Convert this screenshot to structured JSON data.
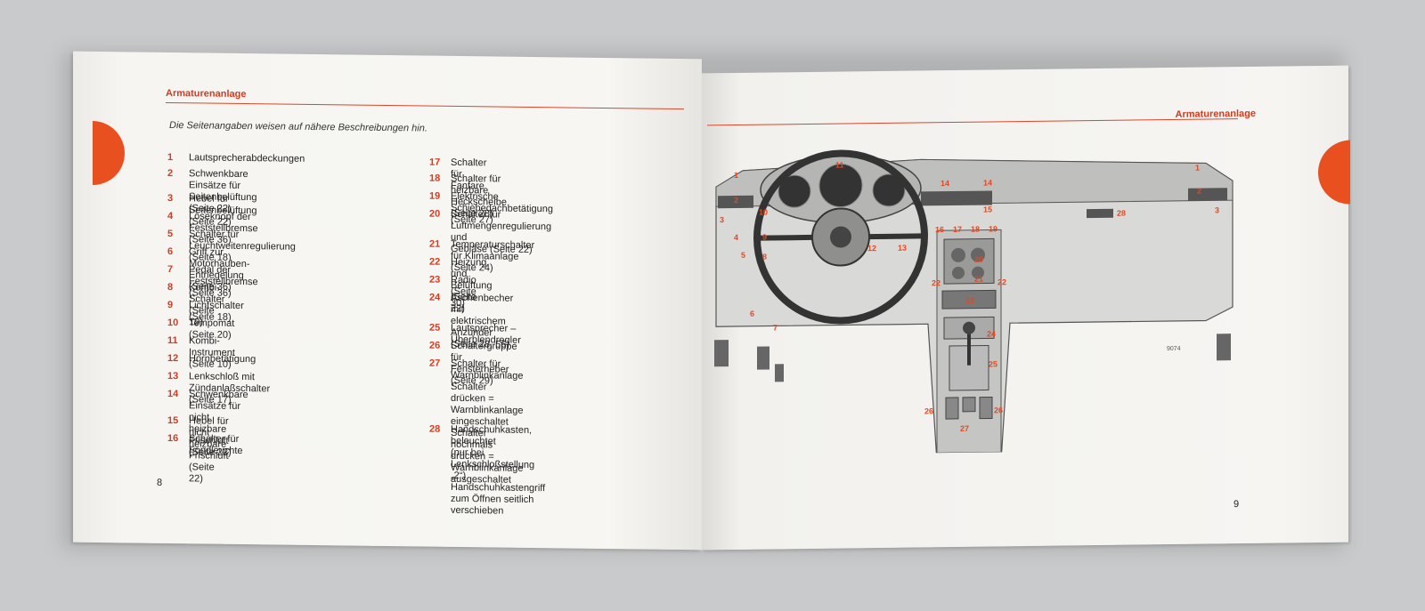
{
  "left_page": {
    "section_title": "Armaturenanlage",
    "intro": "Die Seitenangaben weisen auf nähere Beschreibungen hin.",
    "page_number": "8",
    "items_col1": [
      {
        "num": "1",
        "text": "Lautsprecherabdeckungen"
      },
      {
        "num": "2",
        "text": "Schwenkbare Einsätze für\nSeitenbelüftung (Seite 22)"
      },
      {
        "num": "3",
        "text": "Hebel für Seitenbelüftung (Seite 22)"
      },
      {
        "num": "4",
        "text": "Löseknopf der Feststellbremse (Seite 36)"
      },
      {
        "num": "5",
        "text": "Schalter für Leuchtweitenregulierung (Seite 18)"
      },
      {
        "num": "6",
        "text": "Griff zur Motorhauben-Entriegelung (Seite 36)"
      },
      {
        "num": "7",
        "text": "Pedal der Feststellbremse (Seite 36)"
      },
      {
        "num": "8",
        "text": "Kombi-Schalter (Seite 19)"
      },
      {
        "num": "9",
        "text": "Lichtschalter (Seite 18)"
      },
      {
        "num": "10",
        "text": "Tempomat (Seite 20)"
      },
      {
        "num": "11",
        "text": "Kombi-Instrument (Seite 10)"
      },
      {
        "num": "12",
        "text": "Hornbetätigung"
      },
      {
        "num": "13",
        "text": "Lenkschloß mit Zündanlaßschalter (Seite 17)"
      },
      {
        "num": "14",
        "text": "Schwenkbare Einsätze für nicht heizbare\nFrischluft (Seite 22)"
      },
      {
        "num": "15",
        "text": "Hebel für nicht heizbare Frischluft (Seite 22)"
      },
      {
        "num": "16",
        "text": "Schalter für Fondleuchte"
      }
    ],
    "items_col2": [
      {
        "num": "17",
        "text": "Schalter für Fanfare"
      },
      {
        "num": "18",
        "text": "Schalter für heizbare Heckscheibe (Seite 28)"
      },
      {
        "num": "19",
        "text": "Elektrische Schiebedachbetätigung (Seite 27)"
      },
      {
        "num": "20",
        "text": "Schalter für Luftmengenregulierung und\nGebläse (Seite 22)"
      },
      {
        "num": "21",
        "text": "Temperaturschalter für Klimaanlage (Seite 24)"
      },
      {
        "num": "22",
        "text": "Heizung und Belüftung (Seite 22)"
      },
      {
        "num": "23",
        "text": "Radio (Seite 30)"
      },
      {
        "num": "24",
        "text": "Aschenbecher mit elektrischem\nAnzünder (Seite 28, 56)"
      },
      {
        "num": "25",
        "text": "Lautsprecher – Überblendregler"
      },
      {
        "num": "26",
        "text": "Schaltergruppe für Fensterheber (Seite 29)"
      },
      {
        "num": "27",
        "text": "Schalter für Warnblinkanlage\nSchalter drücken = Warnblinkanlage\neingeschaltet\nSchalter nochmals drücken =\nWarnblinkanlage ausgeschaltet"
      },
      {
        "num": "28",
        "text": "Handschuhkasten, beleuchtet\n(nur bei Lenkschloßstellung „2“)\nHandschuhkastengriff zum Öffnen seitlich\nverschieben"
      }
    ]
  },
  "right_page": {
    "section_title": "Armaturenanlage",
    "page_number": "9",
    "diagram_code": "9074",
    "callouts": [
      "1",
      "1",
      "2",
      "2",
      "3",
      "3",
      "4",
      "5",
      "6",
      "7",
      "8",
      "9",
      "10",
      "11",
      "12",
      "13",
      "14",
      "14",
      "15",
      "16",
      "17",
      "18",
      "19",
      "20",
      "21",
      "22",
      "22",
      "23",
      "24",
      "25",
      "26",
      "26",
      "27",
      "28"
    ]
  },
  "colors": {
    "accent": "#e8501f",
    "text": "#222222",
    "paper": "#f5f4f1",
    "background": "#c9cacb"
  }
}
